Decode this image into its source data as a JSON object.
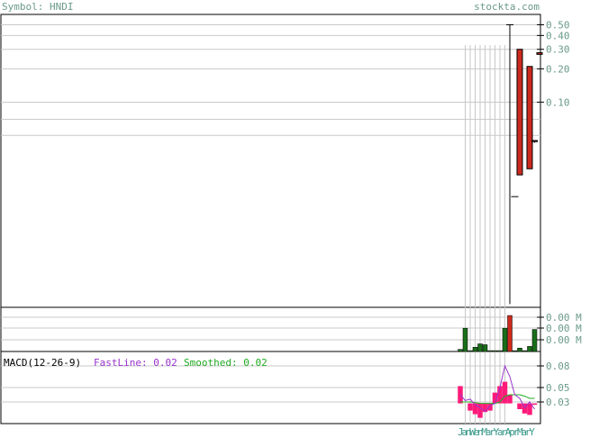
{
  "header": {
    "symbol_text": "Symbol: HNDI",
    "brand_text": "stockta.com"
  },
  "colors": {
    "label_gray": "#6a9a8a",
    "grid": "#c8c8c8",
    "border": "#000000",
    "candle_up": "#cc2a1e",
    "volume": "#1a6e1a",
    "macd_hist": "#ff1a7a",
    "fast_line": "#9933cc",
    "smooth_line": "#22aa22"
  },
  "chart_data": [
    {
      "type": "candlestick",
      "name": "price",
      "y_scale": "log",
      "ylim": [
        0.0014,
        0.62
      ],
      "y_ticks": [
        {
          "value": 0.5,
          "label": "0.50"
        },
        {
          "value": 0.4,
          "label": "0.40"
        },
        {
          "value": 0.3,
          "label": "0.30"
        },
        {
          "value": 0.2,
          "label": "0.20"
        },
        {
          "value": 0.1,
          "label": "0.10"
        }
      ],
      "extra_gridlines": [
        0.07,
        0.05
      ],
      "candles": [
        {
          "i": 10,
          "open": 0.5,
          "high": 0.5,
          "low": 0.0015,
          "close": 0.5
        },
        {
          "i": 11,
          "open": 0.014,
          "high": 0.014,
          "low": 0.014,
          "close": 0.014
        },
        {
          "i": 12,
          "open": 0.022,
          "high": 0.3,
          "low": 0.022,
          "close": 0.3
        },
        {
          "i": 14,
          "open": 0.025,
          "high": 0.21,
          "low": 0.025,
          "close": 0.21
        },
        {
          "i": 15,
          "open": 0.044,
          "high": 0.045,
          "low": 0.043,
          "close": 0.045
        },
        {
          "i": 16,
          "open": 0.27,
          "high": 0.28,
          "low": 0.27,
          "close": 0.28
        }
      ]
    },
    {
      "type": "bar",
      "name": "volume",
      "y_ticks": [
        "0.00 M",
        "0.00 M",
        "0.00 M"
      ],
      "values": [
        0.05,
        0.55,
        0.02,
        0.1,
        0.18,
        0.16,
        0.02,
        0.02,
        0.02,
        0.55,
        0.85,
        0.02,
        0.08,
        0.02,
        0.12,
        0.52
      ]
    },
    {
      "type": "line",
      "name": "macd",
      "title": "MACD(12-26-9)",
      "fast_label": "FastLine: 0.02",
      "smooth_label": "Smoothed: 0.02",
      "ylim": [
        0.0,
        0.1
      ],
      "y_ticks": [
        {
          "value": 0.08,
          "label": "0.08"
        },
        {
          "value": 0.05,
          "label": "0.05"
        },
        {
          "value": 0.03,
          "label": "0.03"
        }
      ],
      "fast_line": [
        0.04,
        0.032,
        0.034,
        0.026,
        0.022,
        0.017,
        0.025,
        0.028,
        0.05,
        0.08,
        0.065,
        0.04,
        0.035,
        0.022,
        0.03,
        0.02
      ],
      "smooth_line": [
        0.03,
        0.03,
        0.03,
        0.029,
        0.028,
        0.028,
        0.028,
        0.028,
        0.03,
        0.038,
        0.04,
        0.04,
        0.04,
        0.038,
        0.035,
        0.035
      ],
      "histogram": [
        0.024,
        0.0,
        -0.01,
        -0.015,
        -0.02,
        -0.012,
        -0.01,
        0.015,
        0.024,
        0.03,
        0.012,
        0.0,
        -0.008,
        -0.014,
        -0.016,
        -0.002
      ]
    }
  ],
  "x_labels": [
    "J",
    "a",
    "n",
    "W",
    "e",
    "n",
    "M",
    "a",
    "r",
    "Y",
    "a",
    "r",
    "A",
    "p",
    "r",
    "M",
    "a",
    "r",
    "Y"
  ]
}
